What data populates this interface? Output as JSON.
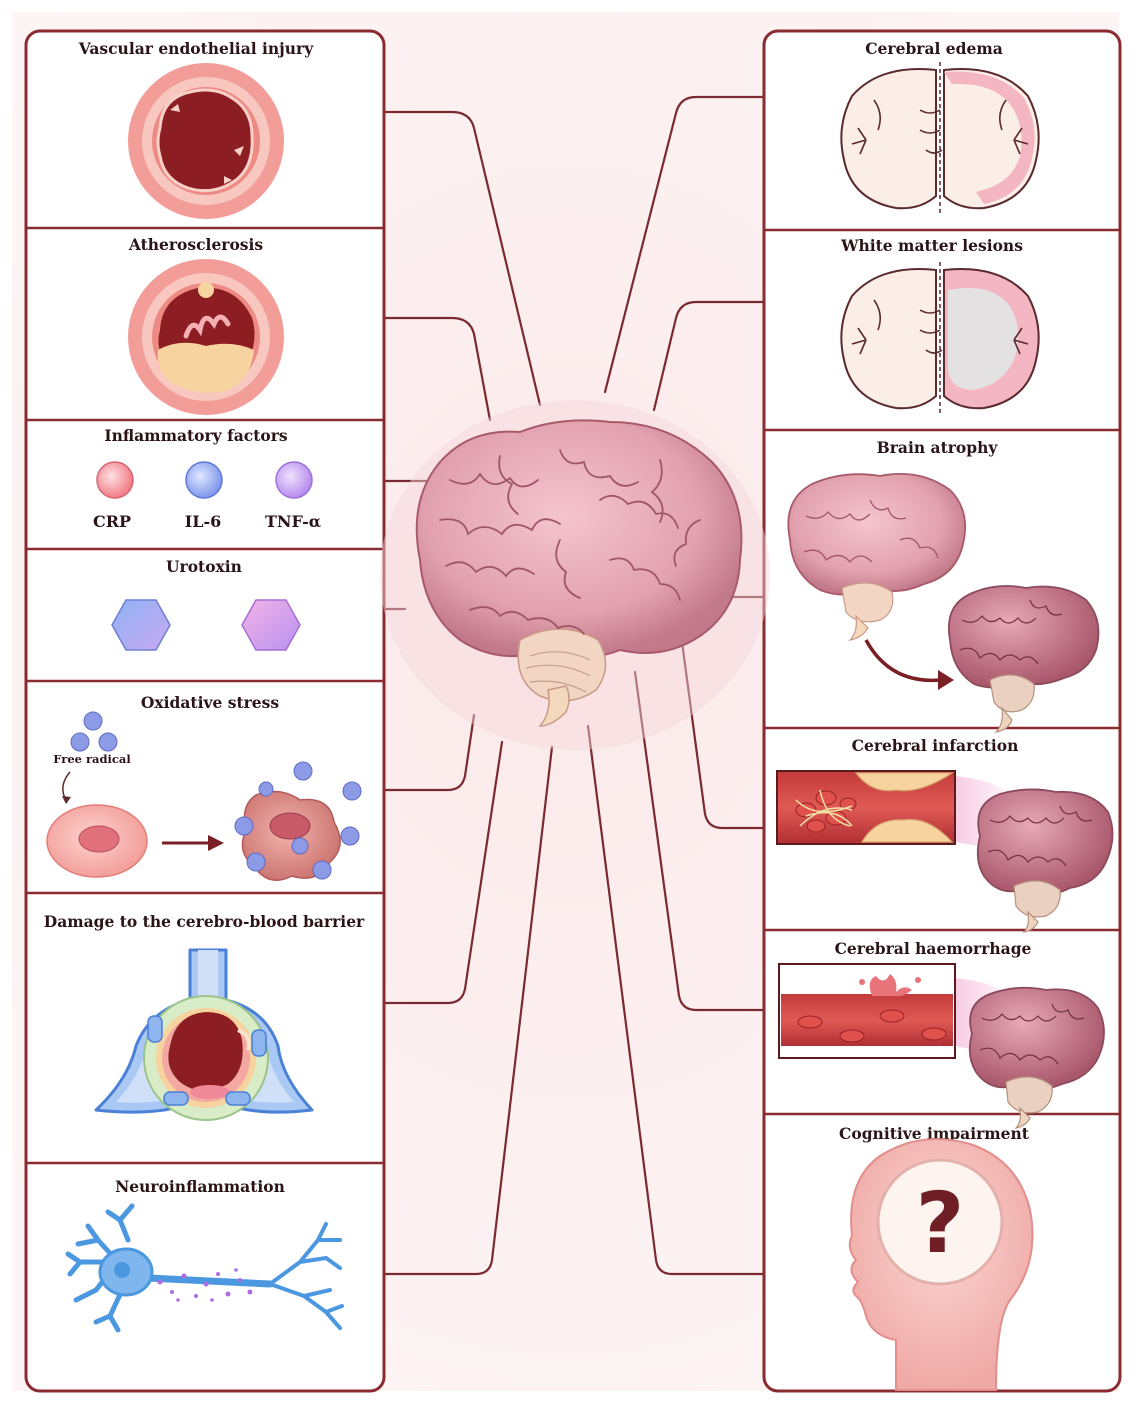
{
  "left_panels": [
    {
      "id": "vascular",
      "title": "Vascular endothelial injury"
    },
    {
      "id": "athero",
      "title": "Atherosclerosis"
    },
    {
      "id": "inflam",
      "title": "Inflammatory factors",
      "items": [
        "CRP",
        "IL-6",
        "TNF-α"
      ]
    },
    {
      "id": "urotoxin",
      "title": "Urotoxin"
    },
    {
      "id": "oxidative",
      "title": "Oxidative stress",
      "note": "Free radical"
    },
    {
      "id": "bbb",
      "title": "Damage to the cerebro-blood barrier"
    },
    {
      "id": "neuro",
      "title": "Neuroinflammation"
    }
  ],
  "right_panels": [
    {
      "id": "edema",
      "title": "Cerebral edema"
    },
    {
      "id": "wml",
      "title": "White matter lesions"
    },
    {
      "id": "atrophy",
      "title": "Brain atrophy"
    },
    {
      "id": "infarct",
      "title": "Cerebral infarction"
    },
    {
      "id": "haem",
      "title": "Cerebral haemorrhage"
    },
    {
      "id": "cog",
      "title": "Cognitive impairment",
      "symbol": "?"
    }
  ],
  "colors": {
    "frame": "#8a2b31",
    "panel_bg": "#ffffff",
    "background": "#fbf1f1",
    "vessel_outer": "#f2a7a0",
    "vessel_lumen": "#8c1d22",
    "plaque": "#f7d3a0",
    "brain": "#e9a9b6",
    "brain_dark": "#9c4a5e",
    "crp": "#f58c95",
    "il6": "#8fa6ef",
    "tnf": "#c49af0",
    "cell_blue": "#7f8fe0",
    "neuron": "#5aa3e6"
  }
}
